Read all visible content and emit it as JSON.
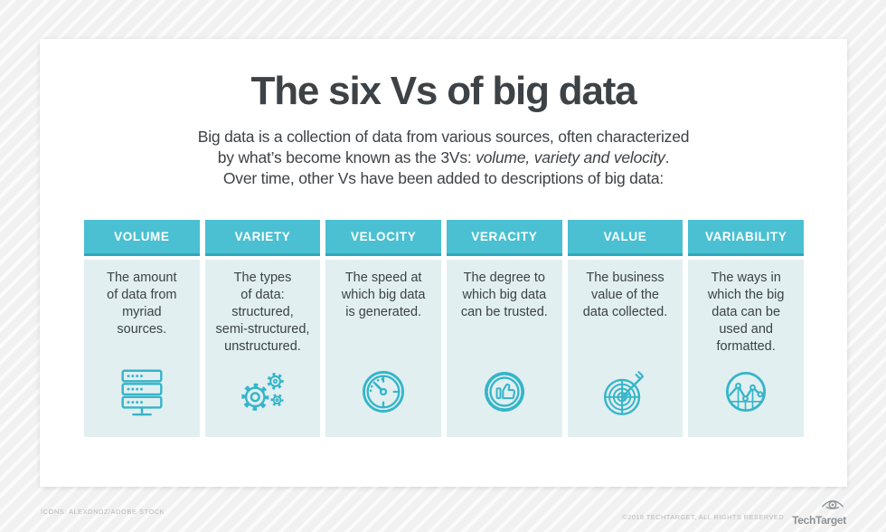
{
  "page": {
    "title": "The six Vs of big data",
    "subtitle": {
      "line1": "Big data is a collection of data from various sources, often characterized",
      "line2_prefix": "by what’s become known as the 3Vs: ",
      "line2_italic": "volume, variety and velocity",
      "line2_suffix": ".",
      "line3": "Over time, other Vs have been added to descriptions of big data:"
    }
  },
  "columns": [
    {
      "title": "VOLUME",
      "icon": "server-icon",
      "lines": [
        "The amount",
        "of data from",
        "myriad",
        "sources."
      ]
    },
    {
      "title": "VARIETY",
      "icon": "gears-icon",
      "lines": [
        "The types",
        "of data:",
        "structured,",
        "semi-structured,",
        "unstructured."
      ]
    },
    {
      "title": "VELOCITY",
      "icon": "speedometer-icon",
      "lines": [
        "The speed at",
        "which big data",
        "is generated."
      ]
    },
    {
      "title": "VERACITY",
      "icon": "badge-thumbs-up-icon",
      "lines": [
        "The degree to",
        "which big data",
        "can be trusted."
      ]
    },
    {
      "title": "VALUE",
      "icon": "target-arrow-icon",
      "lines": [
        "The business",
        "value of the",
        "data collected."
      ]
    },
    {
      "title": "VARIABILITY",
      "icon": "line-chart-circle-icon",
      "lines": [
        "The ways in",
        "which the big",
        "data can be",
        "used and",
        "formatted."
      ]
    }
  ],
  "footer": {
    "credits": "ICONS: ALEXDNDZ/ADOBE STOCK",
    "copyright": "©2018 TECHTARGET, ALL RIGHTS RESERVED",
    "brand": "TechTarget"
  },
  "colors": {
    "header_teal": "#4ac0d2",
    "header_teal_dark": "#2da8bd",
    "panel_bg": "#e1eff1",
    "icon_teal": "#35b5c9",
    "text_dark": "#3d4246",
    "header_text": "#ffffff",
    "footer_gray": "#b9b9b9",
    "brand_gray": "#8d9296"
  }
}
